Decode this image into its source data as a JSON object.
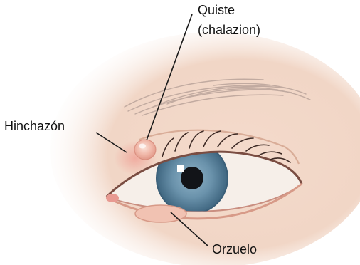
{
  "labels": {
    "cyst_line1": "Quiste",
    "cyst_line2": "(chalazion)",
    "swelling": "Hinchazón",
    "stye": "Orzuelo"
  },
  "colors": {
    "skin": "#f2d6c6",
    "skin_shadow": "#e0b8a3",
    "iris": "#6a92ab",
    "iris_dark": "#3f6680",
    "pupil": "#121418",
    "eyelid_lump": "#f0b7a8",
    "brow": "#b9a39a",
    "label_text": "#111111",
    "leader_line": "#1a1a1a"
  }
}
